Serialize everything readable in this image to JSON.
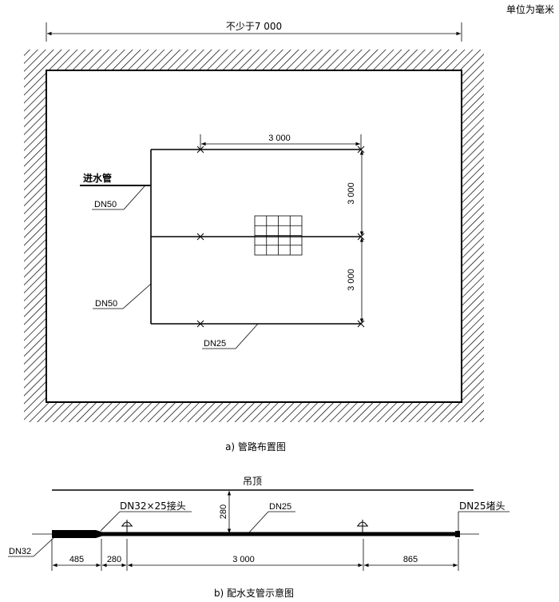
{
  "unit_note": "单位为毫米",
  "figure_a": {
    "caption": "a)  管路布置图",
    "overall_dim": "不少于7 000",
    "dim_top": "3 000",
    "dim_right_upper": "3 000",
    "dim_right_lower": "3 000",
    "inlet_label": "进水管",
    "dn50_upper": "DN50",
    "dn50_lower": "DN50",
    "dn25": "DN25"
  },
  "figure_b": {
    "caption": "b)  配水支管示意图",
    "ceiling": "吊顶",
    "joint": "DN32×25接头",
    "pipe": "DN25",
    "plug": "DN25堵头",
    "dn32": "DN32",
    "drop": "280",
    "segments": [
      "485",
      "280",
      "3 000",
      "865"
    ]
  }
}
